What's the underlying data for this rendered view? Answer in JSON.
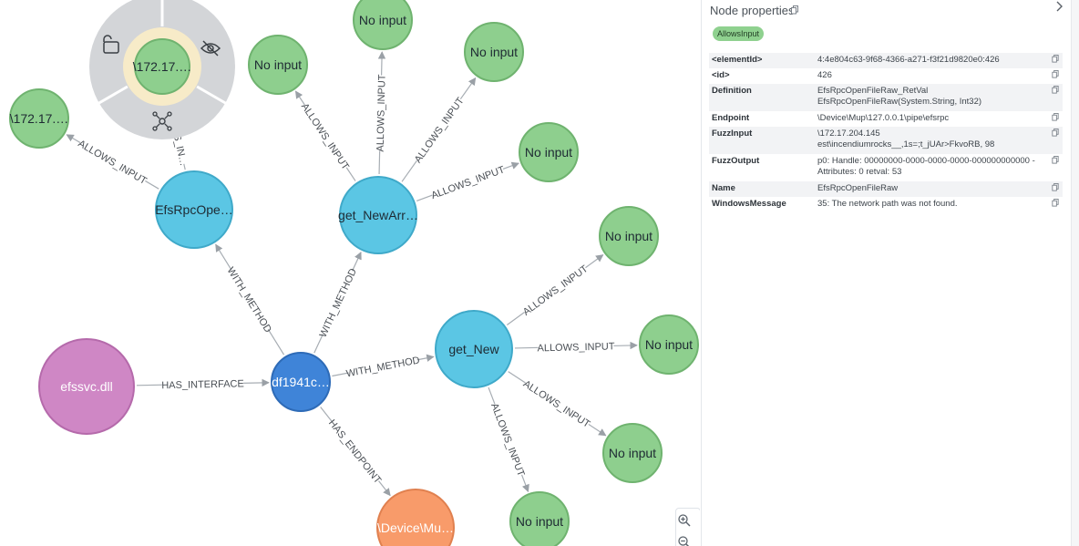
{
  "graph": {
    "nodes": [
      {
        "id": "ip-selected",
        "label": "\\172.17.…",
        "kind": "allows-input"
      },
      {
        "id": "ip-left",
        "label": "\\172.17.…",
        "kind": "allows-input"
      },
      {
        "id": "noinput-1",
        "label": "No input",
        "kind": "allows-input"
      },
      {
        "id": "noinput-2",
        "label": "No input",
        "kind": "allows-input"
      },
      {
        "id": "noinput-3",
        "label": "No input",
        "kind": "allows-input"
      },
      {
        "id": "noinput-4",
        "label": "No input",
        "kind": "allows-input"
      },
      {
        "id": "noinput-5",
        "label": "No input",
        "kind": "allows-input"
      },
      {
        "id": "noinput-6",
        "label": "No input",
        "kind": "allows-input"
      },
      {
        "id": "noinput-7",
        "label": "No input",
        "kind": "allows-input"
      },
      {
        "id": "noinput-8",
        "label": "No input",
        "kind": "allows-input"
      },
      {
        "id": "efsrpc",
        "label": "EfsRpcOpe…",
        "kind": "method"
      },
      {
        "id": "getnewarr",
        "label": "get_NewArr…",
        "kind": "method"
      },
      {
        "id": "getnew",
        "label": "get_New",
        "kind": "method"
      },
      {
        "id": "interface",
        "label": "df1941c…",
        "kind": "interface"
      },
      {
        "id": "dll",
        "label": "efssvc.dll",
        "kind": "dll"
      },
      {
        "id": "endpoint",
        "label": "\\Device\\Mu…",
        "kind": "endpoint"
      }
    ],
    "edges": [
      {
        "from": "dll",
        "to": "interface",
        "label": "HAS_INTERFACE"
      },
      {
        "from": "interface",
        "to": "efsrpc",
        "label": "WITH_METHOD"
      },
      {
        "from": "interface",
        "to": "getnewarr",
        "label": "WITH_METHOD"
      },
      {
        "from": "interface",
        "to": "getnew",
        "label": "WITH_METHOD"
      },
      {
        "from": "interface",
        "to": "endpoint",
        "label": "HAS_ENDPOINT"
      },
      {
        "from": "efsrpc",
        "to": "ip-left",
        "label": "ALLOWS_INPUT"
      },
      {
        "from": "efsrpc",
        "to": "ip-selected",
        "label": "ALLOWS_IN…"
      },
      {
        "from": "getnewarr",
        "to": "noinput-1",
        "label": "ALLOWS_INPUT"
      },
      {
        "from": "getnewarr",
        "to": "noinput-2",
        "label": "ALLOWS_INPUT"
      },
      {
        "from": "getnewarr",
        "to": "noinput-3",
        "label": "ALLOWS_INPUT"
      },
      {
        "from": "getnewarr",
        "to": "noinput-4",
        "label": "ALLOWS_INPUT"
      },
      {
        "from": "getnew",
        "to": "noinput-5",
        "label": "ALLOWS_INPUT"
      },
      {
        "from": "getnew",
        "to": "noinput-6",
        "label": "ALLOWS_INPUT"
      },
      {
        "from": "getnew",
        "to": "noinput-7",
        "label": "ALLOWS_INPUT"
      },
      {
        "from": "getnew",
        "to": "noinput-8",
        "label": "ALLOWS_INPUT"
      }
    ],
    "colors": {
      "allows_input": "#8ecf8e",
      "method": "#5bc6e4",
      "interface": "#3f84d8",
      "dll": "#cf87c5",
      "endpoint": "#f89b6a",
      "selected_ring": "#f7ebc8",
      "radial_menu": "#d3d5d8"
    },
    "selected_node_menu_icons": [
      "unlock-icon",
      "eye-off-icon",
      "expand-graph-icon"
    ]
  },
  "zoom": {
    "in_icon": "zoom-in-icon",
    "out_icon": "zoom-out-icon"
  },
  "panel": {
    "title": "Node properties",
    "badge": "AllowsInput",
    "rows": [
      {
        "key": "<elementId>",
        "value": "4:4e804c63-9f68-4366-a271-f3f21d9820e0:426"
      },
      {
        "key": "<id>",
        "value": "426"
      },
      {
        "key": "Definition",
        "value": "EfsRpcOpenFileRaw_RetVal EfsRpcOpenFileRaw(System.String, Int32)"
      },
      {
        "key": "Endpoint",
        "value": "\\Device\\Mup\\127.0.0.1\\pipe\\efsrpc"
      },
      {
        "key": "FuzzInput",
        "value": "\\172.17.204.145   est\\incendiumrocks__,1s=;t_jUAr>FkvoRB, 98"
      },
      {
        "key": "FuzzOutput",
        "value": "p0: Handle: 00000000-0000-0000-0000-000000000000 - Attributes: 0 retval: 53"
      },
      {
        "key": "Name",
        "value": "EfsRpcOpenFileRaw"
      },
      {
        "key": "WindowsMessage",
        "value": "35: The network path was not found."
      }
    ]
  }
}
